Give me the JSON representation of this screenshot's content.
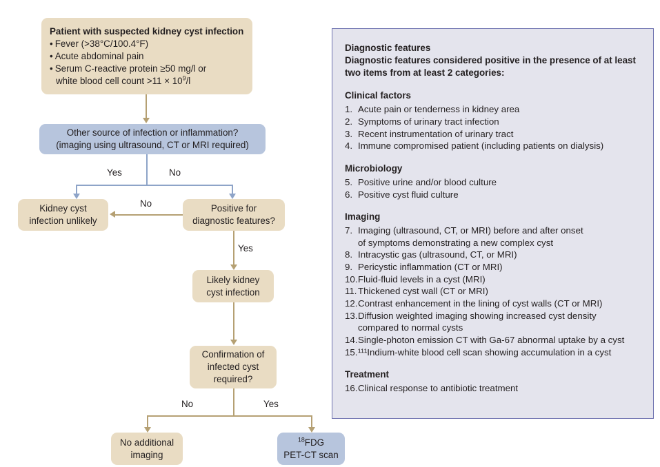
{
  "flowchart": {
    "nodes": {
      "suspected": {
        "title": "Patient with suspected kidney cyst infection",
        "bullets": [
          "Fever (>38°C/100.4°F)",
          "Acute abdominal pain",
          "Serum C-reactive protein ≥50 mg/l or"
        ],
        "bullet_cont": "white blood cell count >11 × 10⁹/l"
      },
      "other_source": {
        "line1": "Other source of infection or inflammation?",
        "line2": "(imaging using ultrasound, CT or MRI required)"
      },
      "unlikely": {
        "line1": "Kidney cyst",
        "line2": "infection unlikely"
      },
      "positive_features": {
        "line1": "Positive for",
        "line2": "diagnostic features?"
      },
      "likely": {
        "line1": "Likely kidney",
        "line2": "cyst infection"
      },
      "confirmation": {
        "line1": "Confirmation of",
        "line2": "infected cyst",
        "line3": "required?"
      },
      "no_imaging": {
        "line1": "No additional",
        "line2": "imaging"
      },
      "pet_ct": {
        "sup": "18",
        "line1": "FDG",
        "line2": "PET-CT scan"
      }
    },
    "edge_labels": {
      "other_yes": "Yes",
      "other_no": "No",
      "features_no": "No",
      "features_yes": "Yes",
      "confirm_no": "No",
      "confirm_yes": "Yes"
    },
    "colors": {
      "tan_fill": "#e9dcc3",
      "blue_fill": "#b7c5dd",
      "tan_connector": "#b5a073",
      "blue_connector": "#8ea4c8",
      "text": "#231f20"
    }
  },
  "panel": {
    "heading": "Diagnostic features",
    "intro_line1": "Diagnostic features considered positive in the presence of at least",
    "intro_line2": "two items from at least 2 categories:",
    "colors": {
      "background": "#e4e4ed",
      "border": "#6b6fae"
    },
    "categories": [
      {
        "name": "Clinical factors",
        "items": [
          {
            "num": "1.",
            "text": "Acute pain or tenderness in kidney area"
          },
          {
            "num": "2.",
            "text": "Symptoms of urinary tract infection"
          },
          {
            "num": "3.",
            "text": "Recent instrumentation of urinary tract"
          },
          {
            "num": "4.",
            "text": "Immune compromised patient (including patients on dialysis)"
          }
        ]
      },
      {
        "name": "Microbiology",
        "items": [
          {
            "num": "5.",
            "text": "Positive urine and/or blood culture"
          },
          {
            "num": "6.",
            "text": "Positive cyst fluid culture"
          }
        ]
      },
      {
        "name": "Imaging",
        "items": [
          {
            "num": "7.",
            "text": "Imaging (ultrasound, CT, or MRI) before and after onset",
            "cont": "of symptoms demonstrating a new complex cyst"
          },
          {
            "num": "8.",
            "text": "Intracystic gas (ultrasound, CT, or MRI)"
          },
          {
            "num": "9.",
            "text": "Pericystic inflammation (CT or MRI)"
          },
          {
            "num": "10.",
            "text": "Fluid-fluid levels in a cyst (MRI)"
          },
          {
            "num": "11.",
            "text": "Thickened cyst wall (CT or MRI)"
          },
          {
            "num": "12.",
            "text": "Contrast enhancement in the lining of cyst walls (CT or MRI)"
          },
          {
            "num": "13.",
            "text": "Diffusion weighted imaging showing increased cyst density",
            "cont": "compared to normal cysts"
          },
          {
            "num": "14.",
            "text": "Single-photon emission CT with Ga-67 abnormal uptake by a cyst"
          },
          {
            "num": "15.",
            "text": "¹¹¹Indium-white blood cell scan showing accumulation in a cyst"
          }
        ]
      },
      {
        "name": "Treatment",
        "items": [
          {
            "num": "16.",
            "text": "Clinical response to antibiotic treatment"
          }
        ]
      }
    ]
  }
}
